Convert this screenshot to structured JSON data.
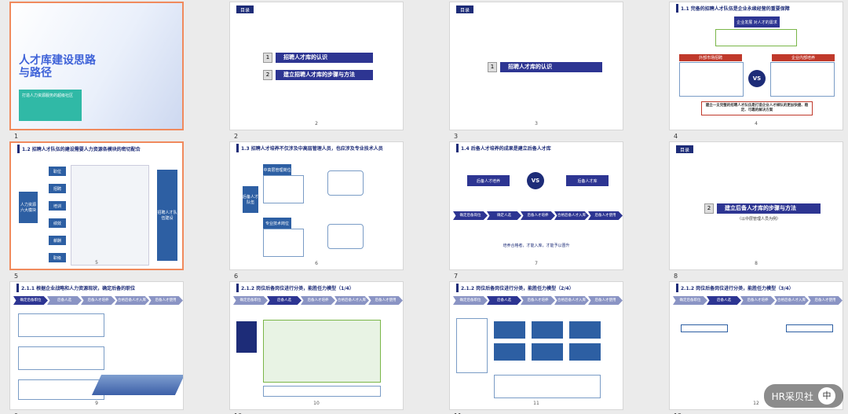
{
  "slides": [
    {
      "num": "1",
      "cover_title_line1": "人才库建设思路",
      "cover_title_line2": "与路径",
      "badge": "打造人力资源服务的超级社区"
    },
    {
      "num": "2",
      "toc_label": "目录",
      "page": "2",
      "items": [
        {
          "n": "1",
          "label": "招聘人才库的认识"
        },
        {
          "n": "2",
          "label": "建立招聘人才库的步骤与方法"
        }
      ]
    },
    {
      "num": "3",
      "toc_label": "目录",
      "page": "3",
      "items": [
        {
          "n": "1",
          "label": "招聘人才库的认识"
        }
      ]
    },
    {
      "num": "4",
      "title": "1.1 完备的招聘人才队伍是企业永续经营的重要保障",
      "top_label": "企业发展 对人才的需求",
      "left_label": "外部市场招聘",
      "right_label": "企业内部培养",
      "vs": "VS",
      "bottom": "建立一支完整的招聘人才队伍是打造企业人才梯队的更加快捷、稳定、可靠的解决方案",
      "page": "4"
    },
    {
      "num": "5",
      "title": "1.2 招聘人才队伍的建设需要人力资源各模块的密切配合",
      "left_label": "人力资源六大模块",
      "right_label": "招聘人才队伍建设",
      "modules": [
        "职位",
        "招聘",
        "培训",
        "绩效",
        "薪酬",
        "职级"
      ],
      "page": "5"
    },
    {
      "num": "6",
      "title": "1.3 招聘人才培养不仅涉及中高层管理人员，也应涉及专业技术人员",
      "left_label": "后备人才队伍",
      "top_box": "中高层管理岗位",
      "bottom_box": "专业技术岗位",
      "page": "6"
    },
    {
      "num": "7",
      "title": "1.4 后备人才培养的成果是建立后备人才库",
      "box_left": "后备人才培养",
      "box_right": "后备人才库",
      "vs": "VS",
      "steps": [
        "确定后备岗位",
        "确定人选",
        "后备人才培养",
        "合格后备人才入库",
        "后备人才使用"
      ],
      "footer": "培养合格者，才能入库，才能予以晋升",
      "page": "7"
    },
    {
      "num": "8",
      "toc_label": "目录",
      "page": "8",
      "items": [
        {
          "n": "2",
          "label": "建立后备人才库的步骤与方法"
        }
      ],
      "subtitle": "（以中层管理人员为例）"
    },
    {
      "num": "9",
      "title": "2.1.1 根据企业战略和人力资源现状，确定后备的职位",
      "steps": [
        "确定后备职位",
        "后备人选",
        "后备人才培养",
        "合格后备人才入库",
        "后备人才使用"
      ],
      "page": "9"
    },
    {
      "num": "10",
      "title": "2.1.2 岗位后备岗位进行分类，能胜任力模型（1/4）",
      "steps": [
        "确定后备职位",
        "后备人选",
        "后备人才培养",
        "合格后备人才入库",
        "后备人才使用"
      ],
      "page": "10"
    },
    {
      "num": "11",
      "title": "2.1.2 岗位后备岗位进行分类，能胜任力模型（2/4）",
      "steps": [
        "确定后备职位",
        "后备人选",
        "后备人才培养",
        "合格后备人才入库",
        "后备人才使用"
      ],
      "page": "11"
    },
    {
      "num": "12",
      "title": "2.1.2 岗位后备岗位进行分类，能胜任力模型（3/4）",
      "steps": [
        "确定后备职位",
        "后备人选",
        "后备人才培养",
        "合格后备人才入库",
        "后备人才使用"
      ],
      "page": "12"
    }
  ],
  "watermark": {
    "text": "HR采贝社",
    "icon": "中"
  }
}
